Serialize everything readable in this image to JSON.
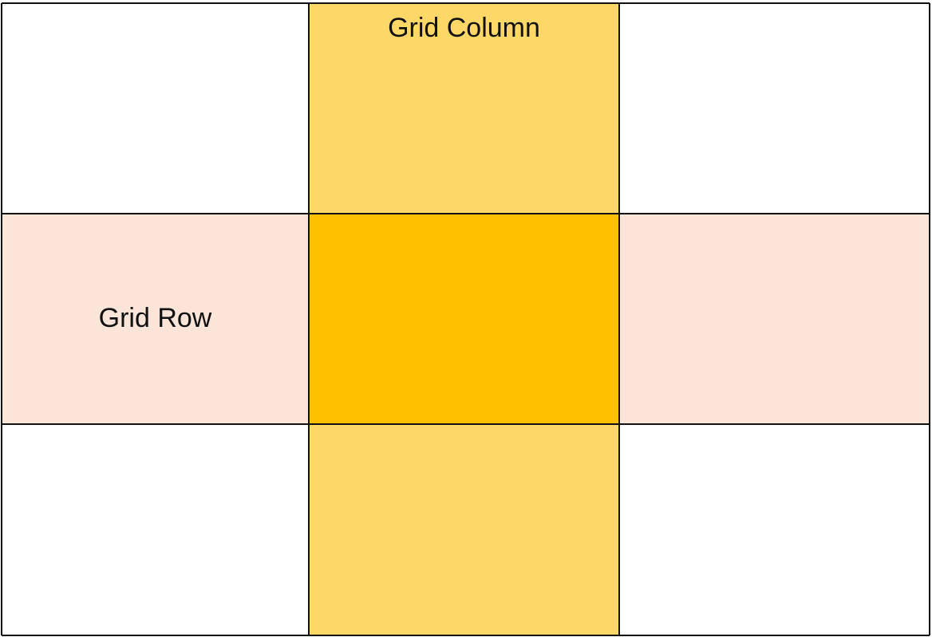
{
  "labels": {
    "column": "Grid Column",
    "row": "Grid Row"
  },
  "colors": {
    "column_fill": "#FDD866",
    "row_fill": "#FAE5D8",
    "intersection_fill": "#FFC000",
    "empty_fill": "#FFFFFF",
    "line": "#111111"
  },
  "grid": {
    "columns": 3,
    "rows": 3,
    "highlighted_column": 2,
    "highlighted_row": 2
  }
}
